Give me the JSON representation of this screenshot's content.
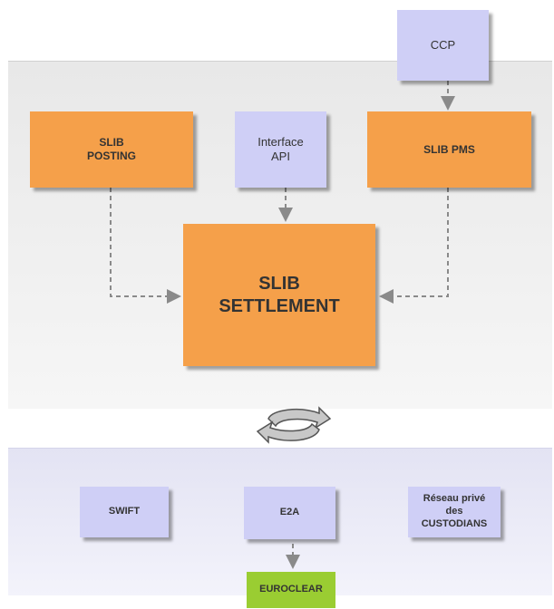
{
  "nodes": {
    "ccp": "CCP",
    "slib_posting": "SLIB\nPOSTING",
    "interface_api": "Interface\nAPI",
    "slib_pms": "SLIB PMS",
    "slib_settlement": "SLIB\nSETTLEMENT",
    "swift": "SWIFT",
    "e2a": "E2A",
    "reseau_custodians": "Réseau privé\ndes\nCUSTODIANS",
    "euroclear": "EUROCLEAR"
  },
  "colors": {
    "orange": "#f5a04a",
    "lavender": "#cfcff6",
    "green": "#9acd32",
    "arrow": "#8a8a8a"
  },
  "icons": [
    "sync-cycle-icon"
  ]
}
